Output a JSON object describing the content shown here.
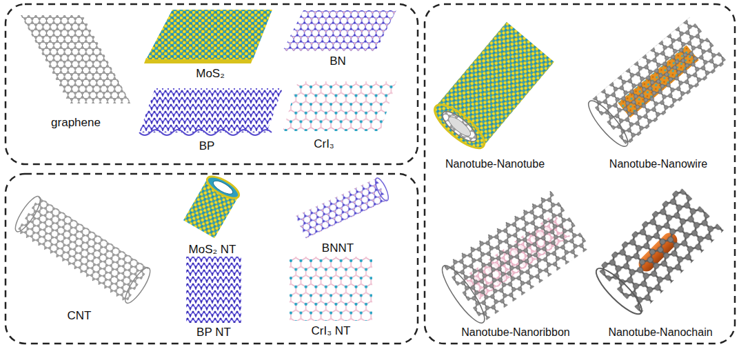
{
  "diagram": {
    "labels": [
      "graphene",
      "MoS₂",
      "BN",
      "BP",
      "CrI₃",
      "CNT",
      "MoS₂ NT",
      "BNNT",
      "BP NT",
      "CrI₃ NT",
      "Nanotube-Nanotube",
      "Nanotube-Nanowire",
      "Nanotube-Nanoribbon",
      "Nanotube-Nanochain"
    ]
  }
}
